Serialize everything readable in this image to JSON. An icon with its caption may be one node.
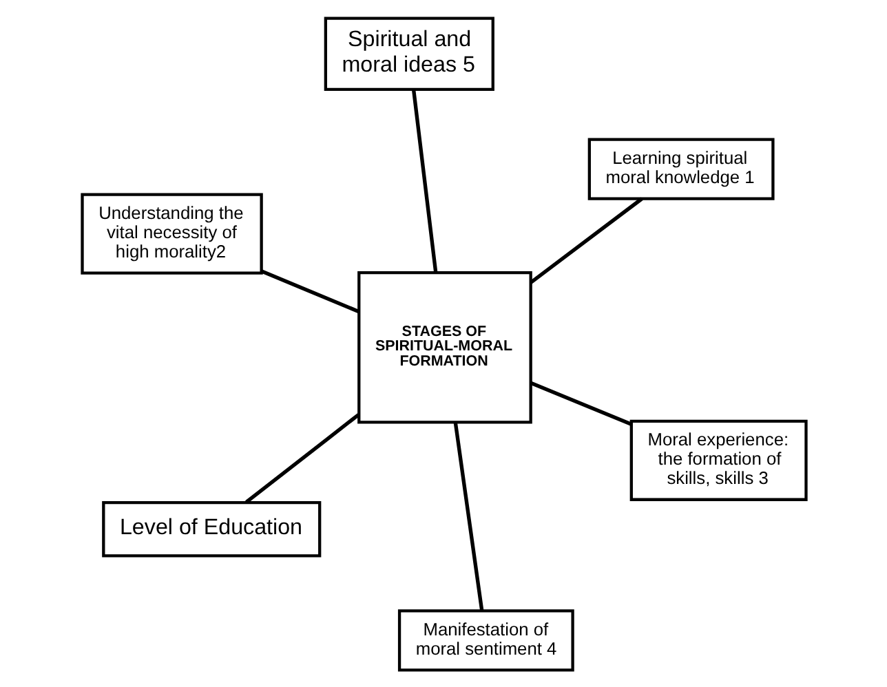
{
  "diagram": {
    "nodes": [
      {
        "text": [
          "Understanding the vital necessity of high morality2"
        ]
      },
      {
        "text": [
          "Moral experience: the formation of skills, skills 3"
        ]
      },
      {
        "text": [
          "Manifestation of moral sentiment 4"
        ]
      },
      {
        "text": [
          "STAGES OF SPIRITUAL-MORAL FORMATION"
        ]
      },
      {
        "text": [
          "Learning spiritual moral knowledge 1"
        ]
      },
      {
        "text": [
          "Spiritual and moral ideas 5"
        ]
      },
      {
        "text": [
          "Level of Education"
        ]
      }
    ],
    "edges": [
      {
        "from": 3,
        "to": 0,
        "arrow": "none"
      },
      {
        "from": 3,
        "to": 1,
        "arrow": "none"
      },
      {
        "from": 3,
        "to": 2,
        "arrow": "none"
      },
      {
        "from": 3,
        "to": 4,
        "arrow": "none"
      },
      {
        "from": 3,
        "to": 5,
        "arrow": "none"
      },
      {
        "from": 3,
        "to": 6,
        "arrow": "none"
      }
    ]
  }
}
